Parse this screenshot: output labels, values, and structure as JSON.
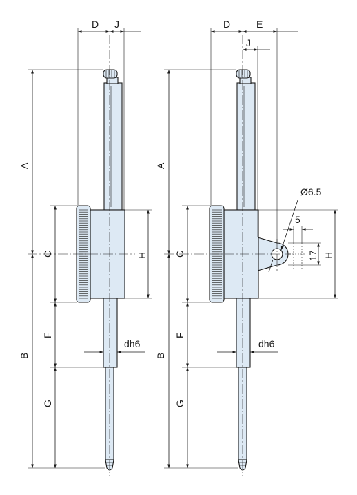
{
  "labels": {
    "A": "A",
    "B": "B",
    "C": "C",
    "D": "D",
    "E": "E",
    "F": "F",
    "G": "G",
    "H": "H",
    "J": "J",
    "dh6": "dh6",
    "hole_diameter": "Ø6.5",
    "lug_offset": "5",
    "lug_height": "17"
  },
  "colors": {
    "body_fill": "#dde9f4",
    "line": "#1a1a1a",
    "background": "#ffffff"
  }
}
